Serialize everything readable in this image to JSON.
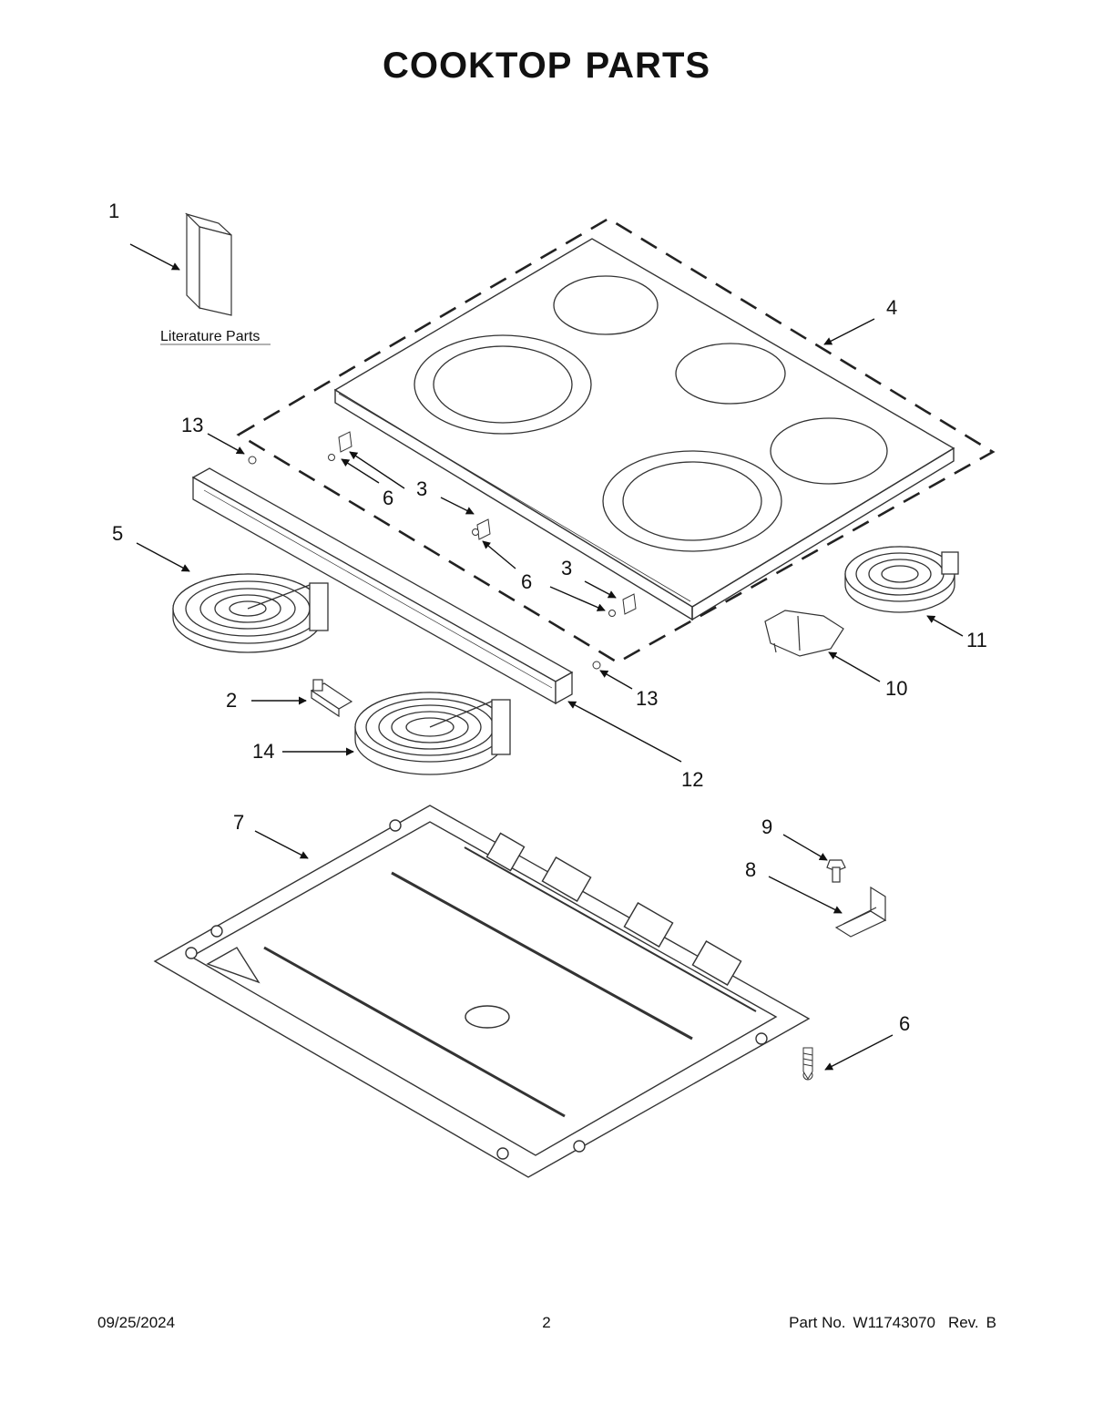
{
  "title": {
    "word1": "COOKTOP",
    "word2": "PARTS"
  },
  "literature_label": "Literature Parts",
  "callouts": {
    "c1": "1",
    "c2": "2",
    "c3a": "3",
    "c3b": "3",
    "c4": "4",
    "c5": "5",
    "c6a": "6",
    "c6b": "6",
    "c6c": "6",
    "c7": "7",
    "c8": "8",
    "c9": "9",
    "c10": "10",
    "c11": "11",
    "c12": "12",
    "c13a": "13",
    "c13b": "13",
    "c14": "14"
  },
  "footer": {
    "date": "09/25/2024",
    "page": "2",
    "part_no_label": "Part No.",
    "part_no": "W11743070",
    "rev_label": "Rev.",
    "rev": "B"
  }
}
